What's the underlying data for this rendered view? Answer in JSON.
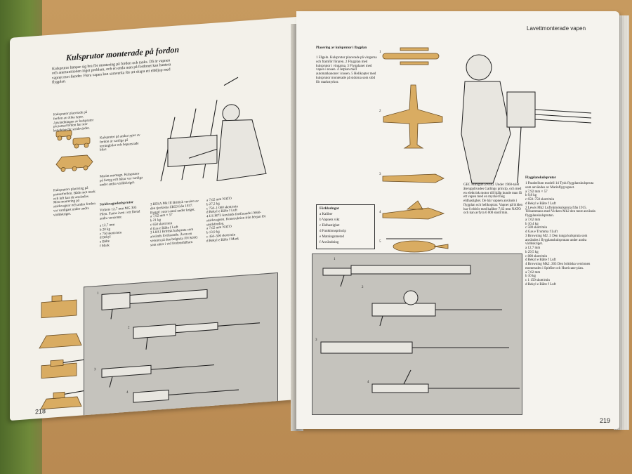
{
  "left_page": {
    "title": "Kulsprutor monterade på fordon",
    "intro": "Kulsprutor lämpar sig bra för montering på fordon och tanks. Då är vapnen och ammunitionen inget problem, och en enda man på fordonet kan hantera vapnet mot fiender. Flera vapen kan samverka för att skapa ett elddjup med flygplan.",
    "col1_text": "Kulsprutor placerade på fordon av olika typer. Användningen av kulsprutor på pansarfordon har stor betydelse för stridsvärdet.",
    "col1_caption": "Kulsprutors placering på pansarfordon. Både mot mark och luft kan de användas. Men montering på stridsvagnar och andra fordon var vanligast under andra världskriget.",
    "col2_text_a": "Kulsprutor på andra typer av fordon är vanliga på terrängbilar och bepansrade bilar.",
    "col2_text_b": "Marint montage. Kulsprutor på fartyg och båtar var vanliga under andra världskriget.",
    "col2_heading": "Stridsvagnskulsprutor",
    "col2_text_c": "Vickers 12,7 mm MG 303 Pilen. Fanns även i ett flertal andra versioner.",
    "spec_block": "a 12,7 mm\nb 20 kg\nc 750 skott/min\nd Bekyl\ne Bälte\nf Mark",
    "col3_text": "3 BESA Mk III Brittisk version av den tjeckiska ZB53 från 1937. Byggd i stort antal under kriget.\na 7,92 mm × 57\nb 21 kg\nc 650 skott/min\nd Gas e Bälte f Luft\n3 L8A1 Brittisk kulspruta som används fortfarande. Även en version på den belgiska FN MAG som sitter i vid fordonshållare.",
    "col4_text": "a 7,62 mm NATO\nb 27,2 kg\nc 750–1 000 skott/min\nd Rekyl e Bälte f Luft\n4 US M73 Används fortfarande i M60-stridsvagnen. Konstruktion från början för stridsfordon.\na 7,62 mm NATO\nb 13,9 kg\nc 450–500 skott/min\nd Rekyl e Bälte f Mark",
    "folio": "218",
    "panel_numbers": [
      "1",
      "2",
      "3",
      "4"
    ]
  },
  "right_page": {
    "running_head": "Lavettmonterade vapen",
    "col1_heading": "Placering av kulsprutor i flygplan",
    "col1_text": "1 Fågeln. Kulsprutor placerade på vingarna och framför föraren. 2 Flygplan med kulsprutor i vingarna. 3 Flygplanet med vapen i nosen. 4 Jetplan med automatkanoner i nosen. 5 Helikopter med kulsprutor monterade på sidorna som stöd för markstyrkor.",
    "legend_title": "Förklaringar",
    "legend_items": [
      "a Kaliber",
      "b Vapnets vikt",
      "c Eldhastighet",
      "d Funktionsprincip",
      "e Matningsmetod",
      "f Användning"
    ],
    "figure_numbers": [
      "1",
      "2",
      "3",
      "4",
      "5"
    ],
    "gatling_caption": "GEC Minigun (ovan). Under 1960-talet återupplivades Gatlings princip, och med en elektrisk motor till hjälp kunde man få ett vapen med en mycket hög eldhastighet. De här vapnen används i flygplan och helikoptrar. Vapnet på bilden har 6 eldrör med kaliber 7,62 mm NATO och kan avfyra 6 000 skott/min.",
    "right_heading": "Flygplanskulsprutor",
    "right_text": "1 Parabellum modell 14 Tysk flygplanskulspruta som användes av Marinflygvapnet.\na 7,92 mm × 57\nb 9,8 kg\nc 650–750 skott/min\nd Rekyl e Bälte f Luft\n2 Lewis Mk2 Luftvärnskulspruta från 1915. Tillsammans med Vickers Mk2 den mest använda flygplanskulsprutan.\na 7,62 mm\nb 10,4 kg\nc 500 skott/min\nd Gas e Trumma f Luft\n3 Browning M2 .5 Den tunga kulspruta som användes i flygplanskulsprutan under andra världskriget.\na 12,7 mm\nb 29,5 kg\nc 800 skott/min\nd Rekyl e Bälte f Luft\n4 Browning Mk2 .303 Den brittiska versionen monterades i Spitfire och Hurricane-plan.\na 7,62 mm\nb 10 kg\nc 1 150 skott/min\nd Rekyl e Bälte f Luft",
    "folio": "219",
    "panel_numbers": [
      "1",
      "2",
      "3",
      "4"
    ]
  }
}
